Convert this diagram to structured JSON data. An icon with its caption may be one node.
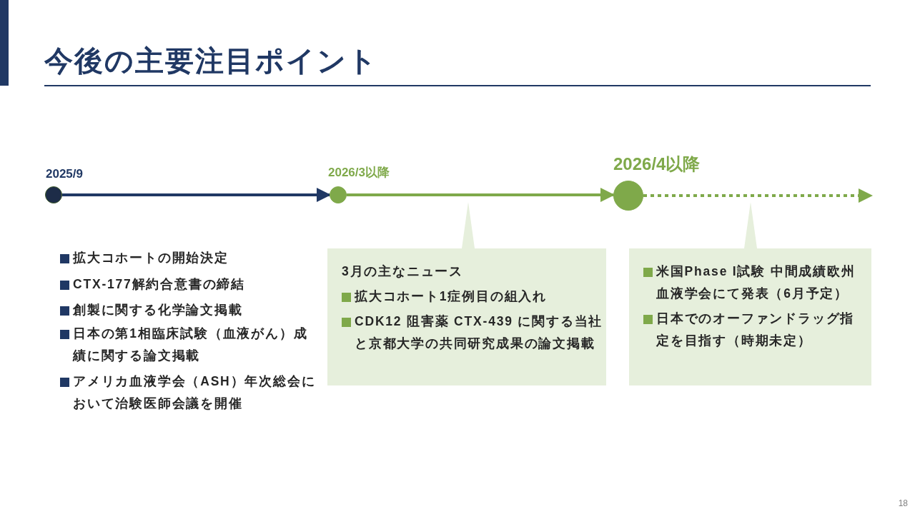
{
  "diagram": {
    "title": "今後の主要注目ポイント",
    "nodes": [
      {
        "text": [
          "2025/9"
        ]
      },
      {
        "text": [
          "2026/3以降"
        ]
      },
      {
        "text": [
          "2026/4以降"
        ]
      },
      {
        "text": [
          "3月の主なニュース",
          "拡大コホート1症例目の組入れ",
          "CDK12 阻害薬 CTX-439 に関する当社と京都大学の共同研究成果の論文掲載"
        ]
      },
      {
        "text": [
          "米国Phase I試験 中間成績欧州血液学会にて発表（6月予定）",
          "日本でのオーファンドラッグ指定を目指す（時期未定）"
        ]
      }
    ],
    "edges": [
      {
        "from": 0,
        "to": 1,
        "arrow": "to",
        "color": "#203864"
      },
      {
        "from": 1,
        "to": 2,
        "arrow": "to"
      },
      {
        "from": 2,
        "to": null,
        "arrow": "to",
        "style": "dashed"
      }
    ],
    "labels": [
      "拡大コホートの開始決定",
      "CTX-177解約合意書の締結",
      "創製に関する化学論文掲載",
      "日本の第1相臨床試験（血液がん）成績に関する論文掲載",
      "アメリカ血液学会（ASH）年次総会において治験医師会議を開催",
      "18"
    ]
  }
}
